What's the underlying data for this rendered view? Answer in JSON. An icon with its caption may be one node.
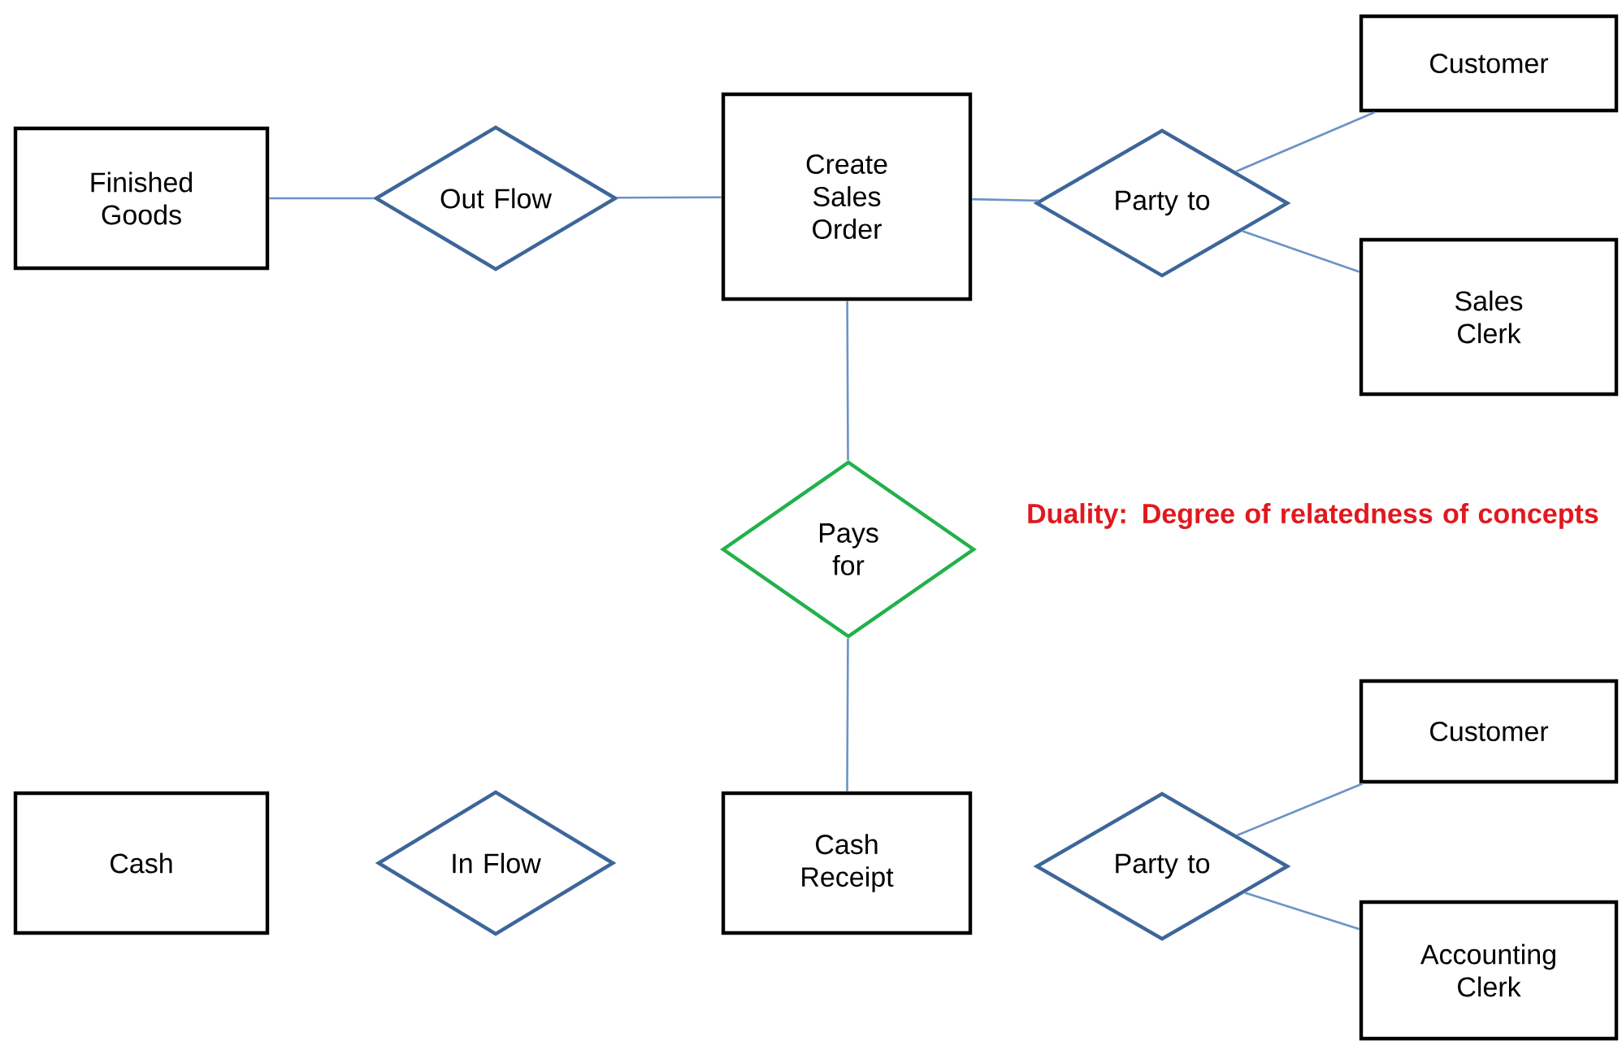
{
  "diagram": {
    "nodes": [
      {
        "text": [
          "Finished Goods"
        ]
      },
      {
        "text": [
          "Out Flow"
        ]
      },
      {
        "text": [
          "Create Sales Order"
        ]
      },
      {
        "text": [
          "Party to"
        ]
      },
      {
        "text": [
          "Customer"
        ]
      },
      {
        "text": [
          "Sales Clerk"
        ]
      },
      {
        "text": [
          "Pays for"
        ]
      },
      {
        "text": [
          "Cash"
        ]
      },
      {
        "text": [
          "In Flow"
        ]
      },
      {
        "text": [
          "Cash Receipt"
        ]
      },
      {
        "text": [
          "Party to"
        ]
      },
      {
        "text": [
          "Customer"
        ]
      },
      {
        "text": [
          "Accounting Clerk"
        ]
      }
    ],
    "edges": [
      {
        "from": 0,
        "to": 1,
        "arrow": "none"
      },
      {
        "from": 1,
        "to": 2,
        "arrow": "none"
      },
      {
        "from": 2,
        "to": 3,
        "arrow": "none"
      },
      {
        "from": 3,
        "to": 4,
        "arrow": "none"
      },
      {
        "from": 3,
        "to": 5,
        "arrow": "none"
      },
      {
        "from": 2,
        "to": 6,
        "arrow": "none"
      },
      {
        "from": 6,
        "to": 9,
        "arrow": "none"
      },
      {
        "from": 10,
        "to": 11,
        "arrow": "none"
      },
      {
        "from": 10,
        "to": 12,
        "arrow": "none"
      }
    ],
    "labels": [
      "Duality: Degree of relatedness of concepts"
    ]
  }
}
